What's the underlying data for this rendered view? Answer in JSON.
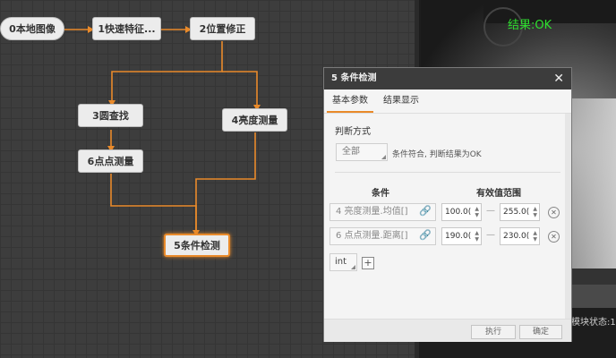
{
  "flow": {
    "nodes": {
      "n0": "0本地图像",
      "n1": "1快速特征...",
      "n2": "2位置修正",
      "n3": "3圆查找",
      "n4": "4亮度测量",
      "n5": "5条件检测",
      "n6": "6点点测量"
    },
    "connector_color": "#e98a2a"
  },
  "image_panel": {
    "result": "结果:OK",
    "result_color": "#2ee02e",
    "status": "模块状态:1"
  },
  "dialog": {
    "title": "5 条件检测",
    "close_symbol": "✕",
    "tabs": [
      "基本参数",
      "结果显示"
    ],
    "judge_label": "判断方式",
    "judge_value": "全部",
    "judge_note": "条件符合, 判断结果为OK",
    "col_condition": "条件",
    "col_range": "有效值范围",
    "conditions": [
      {
        "name": "4 亮度测量.均值[]",
        "min": "100.0(",
        "max": "255.0("
      },
      {
        "name": "6 点点测量.距离[]",
        "min": "190.0(",
        "max": "230.0("
      }
    ],
    "range_sep": "—",
    "type_value": "int",
    "add_symbol": "+",
    "delete_symbol": "✕",
    "link_symbol": "🔗",
    "execute_label": "执行",
    "confirm_label": "确定"
  }
}
